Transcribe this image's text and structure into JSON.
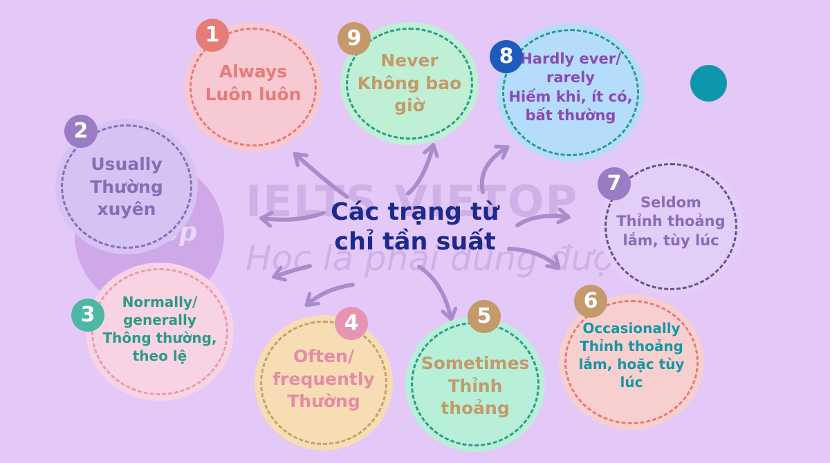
{
  "watermark": {
    "brand": "IELTS VIETOP",
    "slogan": "Học là phải dùng được!",
    "logo_text": "Vietop"
  },
  "center": {
    "line1": "Các trạng từ",
    "line2": "chỉ tần suất"
  },
  "nodes": [
    {
      "number": "1",
      "lines": [
        "Always",
        "Luôn luôn"
      ],
      "fill": "#f7c9d2",
      "border": "#e47c78",
      "text_color": "#e47c78",
      "badge_color": "#e47c78"
    },
    {
      "number": "2",
      "lines": [
        "Usually",
        "Thường",
        "xuyên"
      ],
      "fill": "#d6c2f3",
      "border": "#8a6cb4",
      "text_color": "#8a6cb4",
      "badge_color": "#9a7cc4"
    },
    {
      "number": "3",
      "lines": [
        "Normally/",
        "generally",
        "Thông thường,",
        "theo lệ"
      ],
      "fill": "#f8d3e4",
      "border": "#e79cb0",
      "text_color": "#2c9a85",
      "badge_color": "#4cb8a5"
    },
    {
      "number": "4",
      "lines": [
        "Often/",
        "frequently",
        "Thường"
      ],
      "fill": "#f6ddb4",
      "border": "#c9a06a",
      "text_color": "#e58aa8",
      "badge_color": "#e794b2"
    },
    {
      "number": "5",
      "lines": [
        "Sometimes",
        "Thỉnh",
        "thoảng"
      ],
      "fill": "#b7efd8",
      "border": "#2f9a8a",
      "text_color": "#c49a6a",
      "badge_color": "#c49a6a"
    },
    {
      "number": "6",
      "lines": [
        "Occasionally",
        "Thỉnh thoảng",
        "lắm, hoặc tùy",
        "lúc"
      ],
      "fill": "#f8cfcf",
      "border": "#e47c78",
      "text_color": "#1596a6",
      "badge_color": "#c49a6a"
    },
    {
      "number": "7",
      "lines": [
        "Seldom",
        "Thỉnh thoảng",
        "lắm, tùy lúc"
      ],
      "fill": "#e2cef7",
      "border": "#6a4f8c",
      "text_color": "#8a6cb4",
      "badge_color": "#9a7cc4"
    },
    {
      "number": "8",
      "lines": [
        "Hardly ever/",
        "rarely",
        "Hiếm khi, ít có,",
        "bất thường"
      ],
      "fill": "#b5dcfb",
      "border": "#2a9a8a",
      "text_color": "#8a4ab4",
      "badge_color": "#1d5bbd"
    },
    {
      "number": "9",
      "lines": [
        "Never",
        "Không bao",
        "giờ"
      ],
      "fill": "#bff0d6",
      "border": "#2a9a8a",
      "text_color": "#c49a6a",
      "badge_color": "#c49a6a"
    }
  ],
  "colors": {
    "background": "#e4c8f7",
    "arrow": "#a98ccc",
    "title": "#1b2a8c",
    "accent_dot": "#0e97ac"
  }
}
